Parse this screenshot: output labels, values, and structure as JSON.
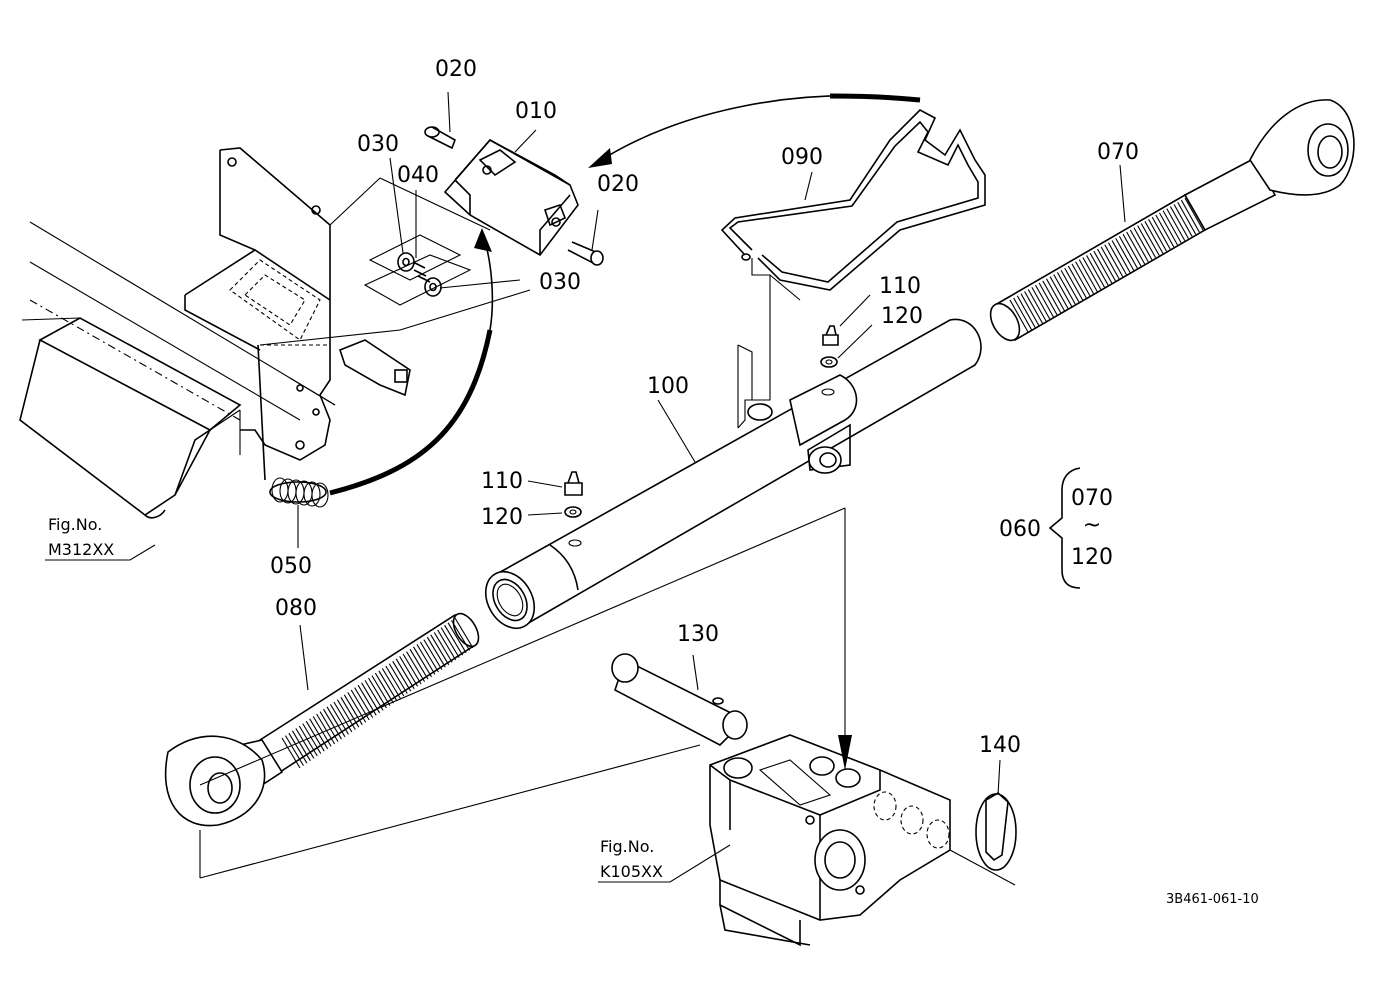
{
  "parts": [
    {
      "id": "p010",
      "label": "010"
    },
    {
      "id": "p020a",
      "label": "020"
    },
    {
      "id": "p020b",
      "label": "020"
    },
    {
      "id": "p030a",
      "label": "030"
    },
    {
      "id": "p030b",
      "label": "030"
    },
    {
      "id": "p040",
      "label": "040"
    },
    {
      "id": "p050",
      "label": "050"
    },
    {
      "id": "p060",
      "label": "060"
    },
    {
      "id": "p070",
      "label": "070"
    },
    {
      "id": "p080",
      "label": "080"
    },
    {
      "id": "p090",
      "label": "090"
    },
    {
      "id": "p100",
      "label": "100"
    },
    {
      "id": "p110a",
      "label": "110"
    },
    {
      "id": "p110b",
      "label": "110"
    },
    {
      "id": "p120a",
      "label": "120"
    },
    {
      "id": "p120b",
      "label": "120"
    },
    {
      "id": "p130",
      "label": "130"
    },
    {
      "id": "p140",
      "label": "140"
    }
  ],
  "assembly": {
    "label": "060",
    "range_start": "070",
    "range_tilde": "~",
    "range_end": "120"
  },
  "fig_refs": [
    {
      "line1": "Fig.No.",
      "line2": "M312XX"
    },
    {
      "line1": "Fig.No.",
      "line2": "K105XX"
    }
  ],
  "drawing_id": "3B461-061-10"
}
